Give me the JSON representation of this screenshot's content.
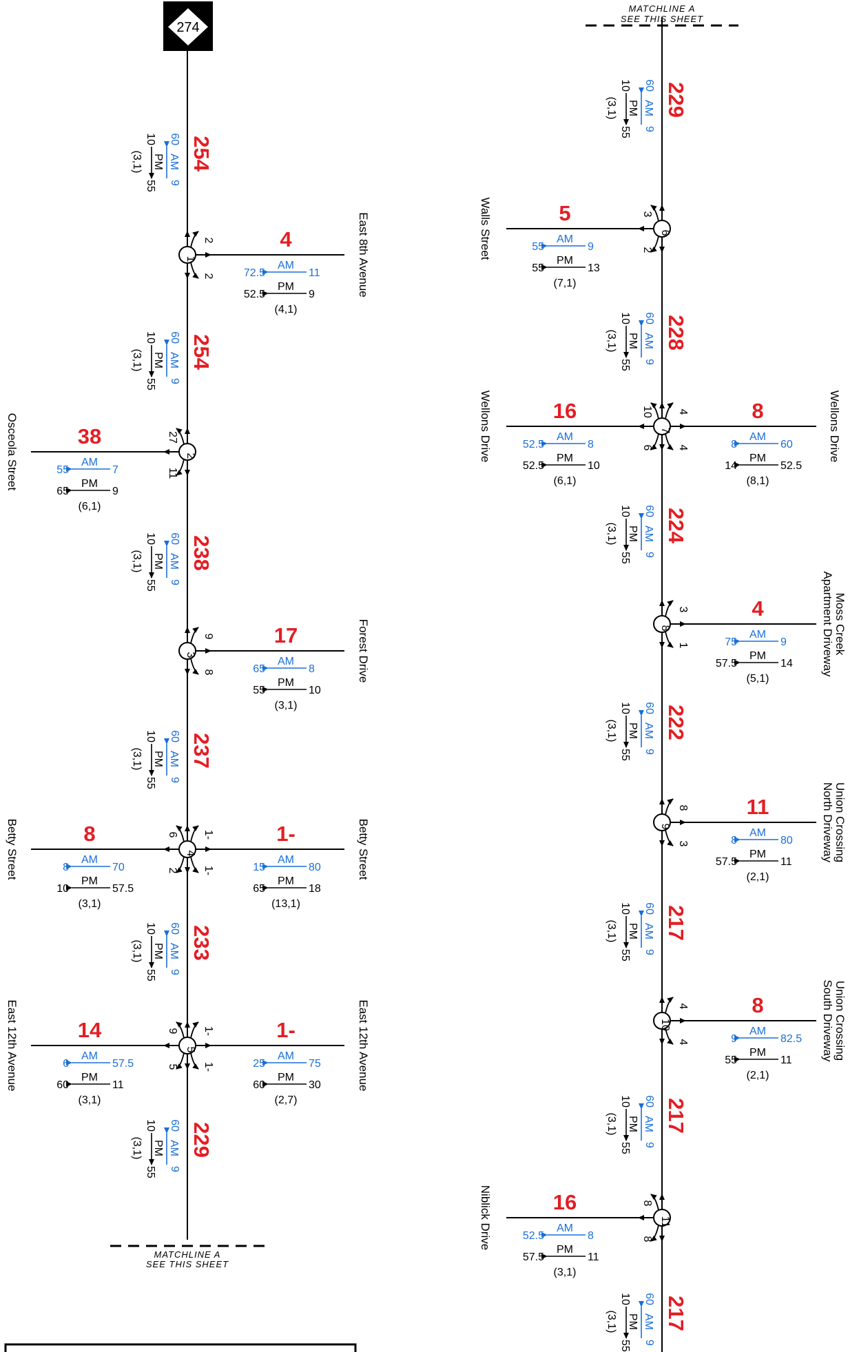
{
  "route_shield": "274",
  "matchline": {
    "line1": "MATCHLINE  A",
    "line2": "SEE  THIS  SHEET"
  },
  "am_label": "AM",
  "pm_label": "PM",
  "mainline_segments": [
    {
      "id": "s1",
      "volume": "254",
      "am_left": "60",
      "am_right": "9",
      "pm_left": "10",
      "pm_right": "55",
      "ratio": "(3,1)"
    },
    {
      "id": "s2",
      "volume": "254",
      "am_left": "60",
      "am_right": "9",
      "pm_left": "10",
      "pm_right": "55",
      "ratio": "(3,1)"
    },
    {
      "id": "s3",
      "volume": "238",
      "am_left": "60",
      "am_right": "9",
      "pm_left": "10",
      "pm_right": "55",
      "ratio": "(3,1)"
    },
    {
      "id": "s4",
      "volume": "237",
      "am_left": "60",
      "am_right": "9",
      "pm_left": "10",
      "pm_right": "55",
      "ratio": "(3,1)"
    },
    {
      "id": "s5",
      "volume": "233",
      "am_left": "60",
      "am_right": "9",
      "pm_left": "10",
      "pm_right": "55",
      "ratio": "(3,1)"
    },
    {
      "id": "s6",
      "volume": "229",
      "am_left": "60",
      "am_right": "9",
      "pm_left": "10",
      "pm_right": "55",
      "ratio": "(3,1)"
    },
    {
      "id": "s7",
      "volume": "229",
      "am_left": "60",
      "am_right": "9",
      "pm_left": "10",
      "pm_right": "55",
      "ratio": "(3,1)"
    },
    {
      "id": "s8",
      "volume": "228",
      "am_left": "60",
      "am_right": "9",
      "pm_left": "10",
      "pm_right": "55",
      "ratio": "(3,1)"
    },
    {
      "id": "s9",
      "volume": "224",
      "am_left": "60",
      "am_right": "9",
      "pm_left": "10",
      "pm_right": "55",
      "ratio": "(3,1)"
    },
    {
      "id": "s10",
      "volume": "222",
      "am_left": "60",
      "am_right": "9",
      "pm_left": "10",
      "pm_right": "55",
      "ratio": "(3,1)"
    },
    {
      "id": "s11",
      "volume": "217",
      "am_left": "60",
      "am_right": "9",
      "pm_left": "10",
      "pm_right": "55",
      "ratio": "(3,1)"
    },
    {
      "id": "s12",
      "volume": "217",
      "am_left": "60",
      "am_right": "9",
      "pm_left": "10",
      "pm_right": "55",
      "ratio": "(3,1)"
    },
    {
      "id": "s13",
      "volume": "217",
      "am_left": "60",
      "am_right": "9",
      "pm_left": "10",
      "pm_right": "55",
      "ratio": "(3,1)"
    }
  ],
  "intersections": [
    {
      "num": "1",
      "moves": [
        "2",
        "2"
      ]
    },
    {
      "num": "2",
      "moves": [
        "27",
        "11"
      ]
    },
    {
      "num": "3",
      "moves": [
        "9",
        "8"
      ]
    },
    {
      "num": "4",
      "moves": [
        "6",
        "2",
        "1-",
        "1-"
      ]
    },
    {
      "num": "5",
      "moves": [
        "9",
        "5",
        "1-",
        "1-"
      ]
    },
    {
      "num": "6",
      "moves": [
        "3",
        "2"
      ]
    },
    {
      "num": "7",
      "moves": [
        "10",
        "6",
        "4",
        "4"
      ]
    },
    {
      "num": "8",
      "moves": [
        "3",
        "1"
      ]
    },
    {
      "num": "9",
      "moves": [
        "8",
        "3"
      ]
    },
    {
      "num": "10",
      "moves": [
        "4",
        "4"
      ]
    },
    {
      "num": "11",
      "moves": [
        "8",
        "8"
      ]
    }
  ],
  "side_streets": [
    {
      "id": "r1",
      "name": "East 8th Avenue",
      "volume": "4",
      "am_left": "72.5",
      "am_right": "11",
      "pm_left": "52.5",
      "pm_right": "9",
      "ratio": "(4,1)"
    },
    {
      "id": "l2",
      "name": "Osceola Street",
      "volume": "38",
      "am_left": "55",
      "am_right": "7",
      "pm_left": "65",
      "pm_right": "9",
      "ratio": "(6,1)"
    },
    {
      "id": "r3",
      "name": "Forest Drive",
      "volume": "17",
      "am_left": "65",
      "am_right": "8",
      "pm_left": "55",
      "pm_right": "10",
      "ratio": "(3,1)"
    },
    {
      "id": "l4",
      "name": "Betty Street",
      "volume": "8",
      "am_left": "8",
      "am_right": "70",
      "pm_left": "10",
      "pm_right": "57.5",
      "ratio": "(3,1)"
    },
    {
      "id": "r4",
      "name": "Betty Street",
      "volume": "1-",
      "am_left": "15",
      "am_right": "80",
      "pm_left": "65",
      "pm_right": "18",
      "ratio": "(13,1)"
    },
    {
      "id": "l5",
      "name": "East 12th Avenue",
      "volume": "14",
      "am_left": "6",
      "am_right": "57.5",
      "pm_left": "60",
      "pm_right": "11",
      "ratio": "(3,1)"
    },
    {
      "id": "r5",
      "name": "East 12th Avenue",
      "volume": "1-",
      "am_left": "25",
      "am_right": "75",
      "pm_left": "60",
      "pm_right": "30",
      "ratio": "(2,7)"
    },
    {
      "id": "l6",
      "name": "Walls Street",
      "volume": "5",
      "am_left": "55",
      "am_right": "9",
      "pm_left": "55",
      "pm_right": "13",
      "ratio": "(7,1)"
    },
    {
      "id": "l7",
      "name": "Wellons Drive",
      "volume": "16",
      "am_left": "52.5",
      "am_right": "8",
      "pm_left": "52.5",
      "pm_right": "10",
      "ratio": "(6,1)"
    },
    {
      "id": "r7",
      "name": "Wellons Drive",
      "volume": "8",
      "am_left": "8",
      "am_right": "60",
      "pm_left": "14",
      "pm_right": "52.5",
      "ratio": "(8,1)"
    },
    {
      "id": "r8",
      "name": "Moss Creek",
      "name2": "Apartment Driveway",
      "volume": "4",
      "am_left": "75",
      "am_right": "9",
      "pm_left": "57.5",
      "pm_right": "14",
      "ratio": "(5,1)"
    },
    {
      "id": "r9",
      "name": "Union Crossing",
      "name2": "North Driveway",
      "volume": "11",
      "am_left": "8",
      "am_right": "80",
      "pm_left": "57.5",
      "pm_right": "11",
      "ratio": "(2,1)"
    },
    {
      "id": "r10",
      "name": "Union Crossing",
      "name2": "South Driveway",
      "volume": "8",
      "am_left": "9",
      "am_right": "82.5",
      "pm_left": "55",
      "pm_right": "11",
      "ratio": "(2,1)"
    },
    {
      "id": "l11",
      "name": "Niblick Drive",
      "volume": "16",
      "am_left": "52.5",
      "am_right": "8",
      "pm_left": "57.5",
      "pm_right": "11",
      "ratio": "(3,1)"
    }
  ],
  "colors": {
    "volume": "#e31e24",
    "am": "#1a6fd8",
    "line": "#000000"
  }
}
